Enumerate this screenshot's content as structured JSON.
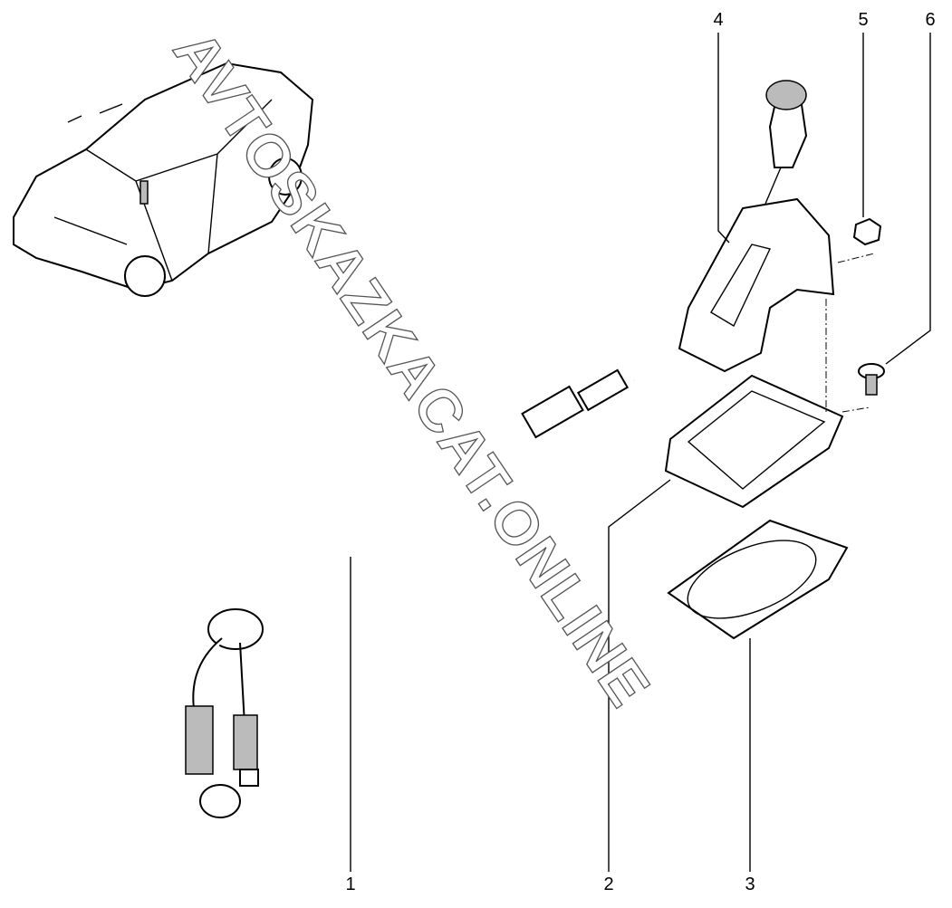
{
  "callouts": [
    "1",
    "2",
    "3",
    "4",
    "5",
    "6"
  ],
  "watermark": "AVTOSKAZKACAT.ONLINE"
}
